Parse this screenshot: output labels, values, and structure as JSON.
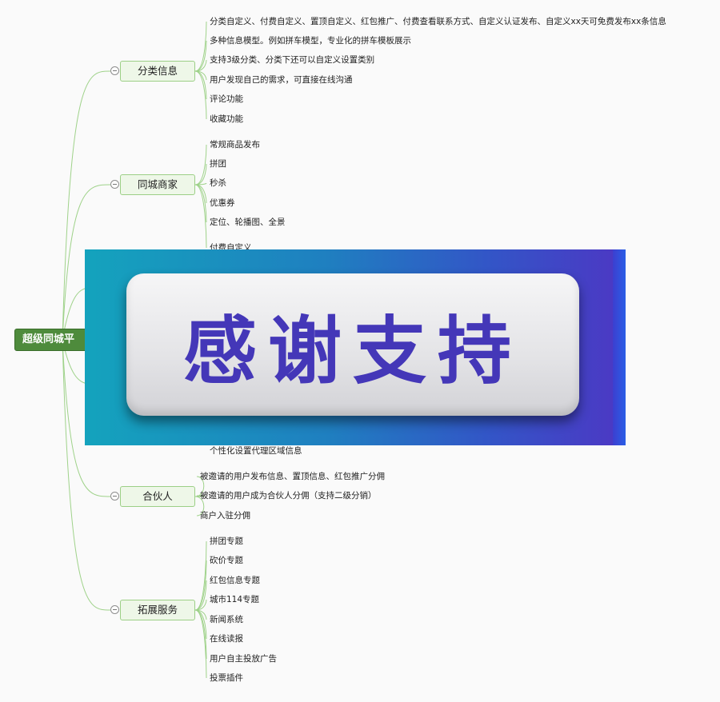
{
  "root": {
    "label": "超级同城平"
  },
  "branches": [
    {
      "label": "分类信息",
      "leaves": [
        "分类自定义、付费自定义、置顶自定义、红包推广、付费查看联系方式、自定义认证发布、自定义xx天可免费发布xx条信息",
        "多种信息模型。例如拼车模型，专业化的拼车模板展示",
        "支持3级分类、分类下还可以自定义设置类别",
        "用户发现自己的需求，可直接在线沟通",
        "评论功能",
        "收藏功能"
      ]
    },
    {
      "label": "同城商家",
      "leaves": [
        "常规商品发布",
        "拼团",
        "秒杀",
        "优惠券",
        "定位、轮播图、全景"
      ]
    },
    {
      "label": "合伙人",
      "leaves": [
        "被邀请的用户发布信息、置顶信息、红包推广分佣",
        "被邀请的用户成为合伙人分佣（支持二级分销）",
        "商户入驻分佣"
      ]
    },
    {
      "label": "拓展服务",
      "leaves": [
        "拼团专题",
        "砍价专题",
        "红包信息专题",
        "城市114专题",
        "新闻系统",
        "在线读报",
        "用户自主投放广告",
        "投票插件"
      ]
    }
  ],
  "partial_leaves": [
    "付费自定义",
    "个性化设置代理区域信息"
  ],
  "overlay": {
    "text": "感谢支持"
  }
}
